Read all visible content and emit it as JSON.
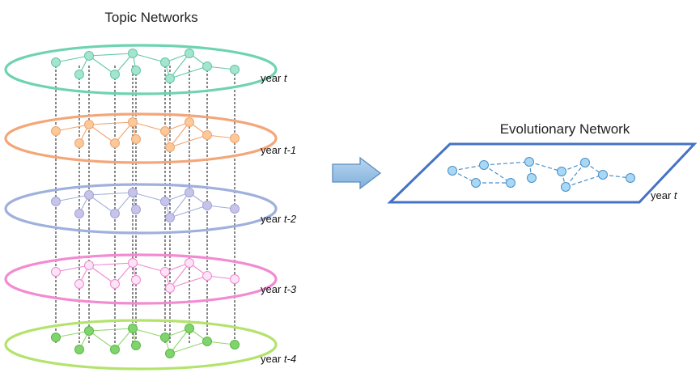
{
  "left_title": "Topic Networks",
  "right_title": "Evolutionary Network",
  "layers": [
    {
      "year_prefix": "year ",
      "year_var": "t",
      "ring_color": "#6fd3b2",
      "node_fill": "#a4e4d0",
      "node_stroke": "#62c7a4",
      "edge_color": "#62c7a4"
    },
    {
      "year_prefix": "year ",
      "year_var": "t-1",
      "ring_color": "#f4a679",
      "node_fill": "#fbc99a",
      "node_stroke": "#f0a36d",
      "edge_color": "#f0a36d"
    },
    {
      "year_prefix": "year ",
      "year_var": "t-2",
      "ring_color": "#9fb0dc",
      "node_fill": "#c7c4ea",
      "node_stroke": "#a2a3d8",
      "edge_color": "#a2afdb"
    },
    {
      "year_prefix": "year ",
      "year_var": "t-3",
      "ring_color": "#f28bd1",
      "node_fill": "#fde3f6",
      "node_stroke": "#ee88cf",
      "edge_color": "#ee88cf"
    },
    {
      "year_prefix": "year ",
      "year_var": "t-4",
      "ring_color": "#b3e36d",
      "node_fill": "#7fd46c",
      "node_stroke": "#5bb84a",
      "edge_color": "#8fd76a"
    }
  ],
  "evolution": {
    "year_prefix": "year ",
    "year_var": "t",
    "plane_color": "#4472c4",
    "node_fill": "#a9d8f5",
    "node_stroke": "#4a8fc6",
    "edge_color": "#4a8fc6"
  },
  "arrow": {
    "fill": "#9dc3e6",
    "stroke": "#5b8dbf"
  }
}
